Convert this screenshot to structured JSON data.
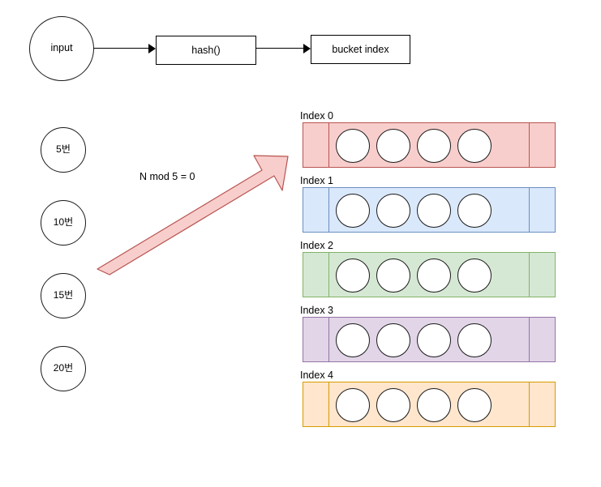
{
  "diagram": {
    "title_flow": {
      "input_node": "input",
      "hash_node": "hash()",
      "bucket_index_node": "bucket index"
    },
    "keys": [
      {
        "label": "5번"
      },
      {
        "label": "10번"
      },
      {
        "label": "15번"
      },
      {
        "label": "20번"
      }
    ],
    "mapping_arrow": {
      "label": "N mod 5 = 0",
      "fill": "#f8cecc",
      "stroke": "#b85450"
    },
    "buckets": [
      {
        "label": "Index 0",
        "fill": "#f8cecc",
        "stroke": "#b85450",
        "slots": 4
      },
      {
        "label": "Index 1",
        "fill": "#dae8fc",
        "stroke": "#6c8ebf",
        "slots": 4
      },
      {
        "label": "Index 2",
        "fill": "#d5e8d4",
        "stroke": "#82b366",
        "slots": 4
      },
      {
        "label": "Index 3",
        "fill": "#e1d5e7",
        "stroke": "#9673a6",
        "slots": 4
      },
      {
        "label": "Index 4",
        "fill": "#ffe6cc",
        "stroke": "#d79b00",
        "slots": 4
      }
    ]
  }
}
